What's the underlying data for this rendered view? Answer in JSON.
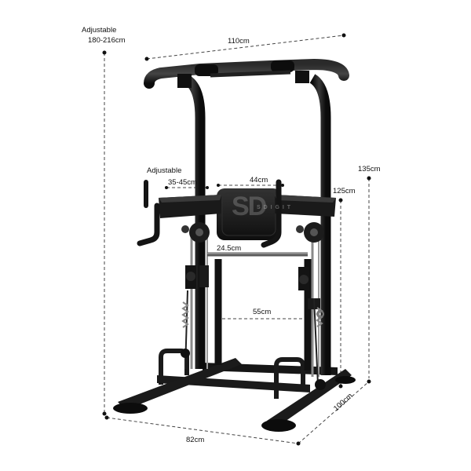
{
  "labels": {
    "height_adjustable": "Adjustable",
    "height_range": "180-216cm",
    "top_width": "110cm",
    "arm_adjustable": "Adjustable",
    "arm_range": "35-45cm",
    "back_width": "44cm",
    "pad_thickness": "24.5cm",
    "overall_height": "135cm",
    "arm_height": "125cm",
    "inner_width": "55cm",
    "base_width": "82cm",
    "base_depth": "100cm"
  },
  "watermark": {
    "logo": "SD",
    "text": "S D I G I T"
  },
  "colors": {
    "frame": "#151515",
    "dimension_line": "#444444",
    "background": "#ffffff"
  }
}
